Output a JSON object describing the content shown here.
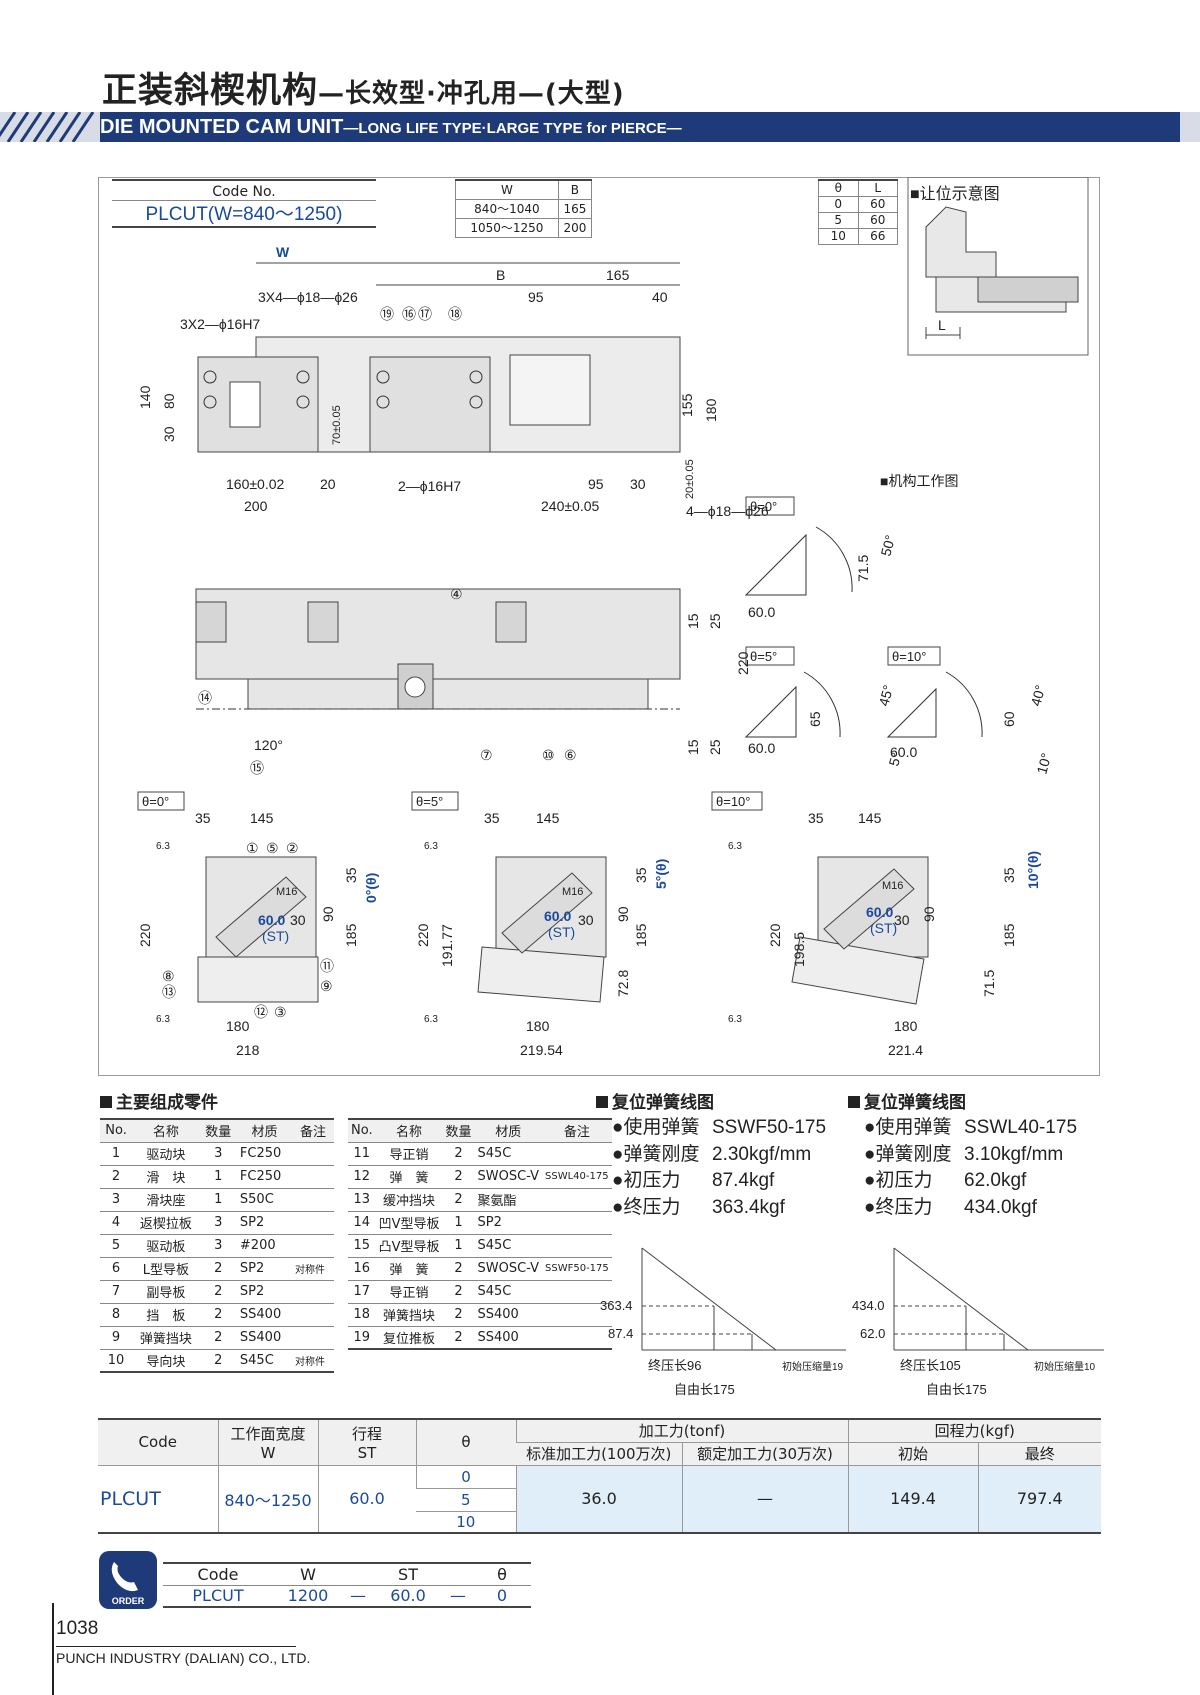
{
  "title": {
    "main": "正装斜楔机构",
    "sub": "—长效型·冲孔用—(大型)"
  },
  "banner": {
    "main": "DIE MOUNTED CAM UNIT",
    "sub": "—LONG LIFE TYPE·LARGE TYPE for PIERCE—"
  },
  "code_box": {
    "header": "Code No.",
    "value": "PLCUT(W=840～1250)"
  },
  "wb_table": {
    "headers": [
      "W",
      "B"
    ],
    "rows": [
      [
        "840～1040",
        "165"
      ],
      [
        "1050～1250",
        "200"
      ]
    ]
  },
  "theta_table": {
    "headers": [
      "θ",
      "L"
    ],
    "rows": [
      [
        "0",
        "60"
      ],
      [
        "5",
        "60"
      ],
      [
        "10",
        "66"
      ]
    ]
  },
  "clearance_title": "■让位示意图",
  "mechanism_title": "■机构工作图",
  "drawing_labels": {
    "w": "W",
    "b": "B",
    "d165": "165",
    "d95": "95",
    "d40": "40",
    "h1": "3X4—ϕ18—ϕ26",
    "h2": "3X2—ϕ16H7",
    "b19": "⑲",
    "b16": "⑯",
    "b17": "⑰",
    "b18": "⑱",
    "d140": "140",
    "d80": "80",
    "d30": "30",
    "d70": "70±0.05",
    "d155": "155",
    "d180": "180",
    "d160": "160±0.02",
    "d20": "20",
    "d200": "200",
    "h3": "2—ϕ16H7",
    "d95b": "95",
    "d30b": "30",
    "d240": "240±0.05",
    "d20b": "20±0.05",
    "h4": "4—ϕ18—ϕ26",
    "b4": "④",
    "b14": "⑭",
    "b7": "⑦",
    "b10": "⑩",
    "b6": "⑥",
    "b15": "⑮",
    "d15": "15",
    "d25": "25",
    "d220": "220",
    "d120": "120°",
    "l_lbl": "L",
    "th0": "θ=0°",
    "th5": "θ=5°",
    "th10": "θ=10°",
    "m0": {
      "a": "71.5",
      "b": "50°",
      "c": "60.0"
    },
    "m5": {
      "a": "65",
      "b": "45°",
      "c": "60.0",
      "d": "5°"
    },
    "m10": {
      "a": "60",
      "b": "40°",
      "c": "60.0",
      "d": "10°"
    },
    "s35": "35",
    "s145": "145",
    "r63": "6.3",
    "m16": "M16",
    "st60": "60.0",
    "st": "(ST)",
    "s90": "90",
    "s185": "185",
    "s220": "220",
    "z0": "0°(θ)",
    "z5": "5°(θ)",
    "z10": "10°(θ)",
    "s180": "180",
    "s218": "218",
    "s21954": "219.54",
    "s2214": "221.4",
    "s19177": "191.77",
    "s1985": "198.5",
    "s728": "72.8",
    "s715": "71.5",
    "c1": "①",
    "c5": "⑤",
    "c2": "②",
    "c8": "⑧",
    "c13": "⑬",
    "c11": "⑪",
    "c9": "⑨",
    "c12": "⑫",
    "c3": "③"
  },
  "parts_title": "主要组成零件",
  "parts": {
    "headers": [
      "No.",
      "名称",
      "数量",
      "材质",
      "备注"
    ],
    "left": [
      [
        "1",
        "驱动块",
        "3",
        "FC250",
        ""
      ],
      [
        "2",
        "滑　块",
        "1",
        "FC250",
        ""
      ],
      [
        "3",
        "滑块座",
        "1",
        "S50C",
        ""
      ],
      [
        "4",
        "返楔拉板",
        "3",
        "SP2",
        ""
      ],
      [
        "5",
        "驱动板",
        "3",
        "#200",
        ""
      ],
      [
        "6",
        "L型导板",
        "2",
        "SP2",
        "对称件"
      ],
      [
        "7",
        "副导板",
        "2",
        "SP2",
        ""
      ],
      [
        "8",
        "挡　板",
        "2",
        "SS400",
        ""
      ],
      [
        "9",
        "弹簧挡块",
        "2",
        "SS400",
        ""
      ],
      [
        "10",
        "导向块",
        "2",
        "S45C",
        "对称件"
      ]
    ],
    "right": [
      [
        "11",
        "导正销",
        "2",
        "S45C",
        ""
      ],
      [
        "12",
        "弹　簧",
        "2",
        "SWOSC-V",
        "SSWL40-175"
      ],
      [
        "13",
        "缓冲挡块",
        "2",
        "聚氨酯",
        ""
      ],
      [
        "14",
        "凹V型导板",
        "1",
        "SP2",
        ""
      ],
      [
        "15",
        "凸V型导板",
        "1",
        "S45C",
        ""
      ],
      [
        "16",
        "弹　簧",
        "2",
        "SWOSC-V",
        "SSWF50-175"
      ],
      [
        "17",
        "导正销",
        "2",
        "S45C",
        ""
      ],
      [
        "18",
        "弹簧挡块",
        "2",
        "SS400",
        ""
      ],
      [
        "19",
        "复位推板",
        "2",
        "SS400",
        ""
      ]
    ]
  },
  "spring1": {
    "title": "复位弹簧线图",
    "lines": [
      [
        "●使用弹簧",
        "SSWF50-175"
      ],
      [
        "●弹簧刚度",
        "2.30kgf/mm"
      ],
      [
        "●初压力",
        "87.4kgf"
      ],
      [
        "●终压力",
        "363.4kgf"
      ]
    ],
    "graph": {
      "y_hi": "363.4",
      "y_lo": "87.4",
      "comp": "终压长96",
      "init": "初始压缩量19",
      "free": "自由长175"
    }
  },
  "spring2": {
    "title": "复位弹簧线图",
    "lines": [
      [
        "●使用弹簧",
        "SSWL40-175"
      ],
      [
        "●弹簧刚度",
        "3.10kgf/mm"
      ],
      [
        "●初压力",
        "62.0kgf"
      ],
      [
        "●终压力",
        "434.0kgf"
      ]
    ],
    "graph": {
      "y_hi": "434.0",
      "y_lo": "62.0",
      "comp": "终压长105",
      "init": "初始压缩量10",
      "free": "自由长175"
    }
  },
  "main_table": {
    "h_code": "Code",
    "h_w": "工作面宽度",
    "h_w2": "W",
    "h_st": "行程",
    "h_st2": "ST",
    "h_theta": "θ",
    "h_force": "加工力(tonf)",
    "h_std": "标准加工力(100万次)",
    "h_rated": "额定加工力(30万次)",
    "h_ret": "回程力(kgf)",
    "h_init": "初始",
    "h_final": "最终",
    "code": "PLCUT",
    "w": "840～1250",
    "st": "60.0",
    "thetas": [
      "0",
      "5",
      "10"
    ],
    "std": "36.0",
    "rated": "—",
    "init": "149.4",
    "final": "797.4"
  },
  "order": {
    "badge": "ORDER",
    "headers": [
      "Code",
      "W",
      "",
      "ST",
      "",
      "θ"
    ],
    "values": [
      "PLCUT",
      "1200",
      "—",
      "60.0",
      "—",
      "0"
    ]
  },
  "footer": {
    "page": "1038",
    "company": "PUNCH INDUSTRY (DALIAN) CO., LTD."
  },
  "colors": {
    "banner": "#1e3a78",
    "accent": "#1a4a9a",
    "table_blue": "#dfeef8"
  }
}
